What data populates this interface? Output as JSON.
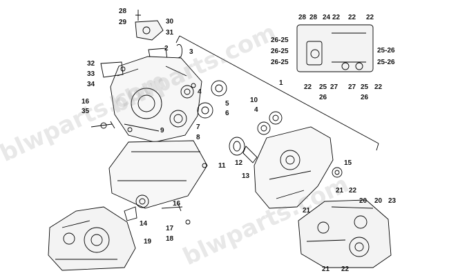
{
  "watermark": "blwparts.com",
  "callouts": {
    "c28a": "28",
    "c29": "29",
    "c30": "30",
    "c31": "31",
    "c2": "2",
    "c3": "3",
    "c32": "32",
    "c33": "33",
    "c34": "34",
    "c4a": "4",
    "c5": "5",
    "c6": "6",
    "c7": "7",
    "c16a": "16",
    "c35": "35",
    "c9": "9",
    "c8": "8",
    "c10": "10",
    "c4b": "4",
    "c1": "1",
    "c11": "11",
    "c12": "12",
    "c13": "13",
    "c15": "15",
    "c16b": "16",
    "c14": "14",
    "c17": "17",
    "c18": "18",
    "c19": "19",
    "r28a": "28",
    "r28b": "28",
    "r24": "24",
    "r22a": "22",
    "r22b": "22",
    "r22c": "22",
    "r2625a": "26-25",
    "r2625b": "26-25",
    "r2625c": "26-25",
    "r2526a": "25-26",
    "r2526b": "25-26",
    "r22d": "22",
    "r25a": "25",
    "r27a": "27",
    "r27b": "27",
    "r25b": "25",
    "r22e": "22",
    "r26a": "26",
    "r26b": "26",
    "b21a": "21",
    "b22a": "22",
    "b21b": "21",
    "b20a": "20",
    "b20b": "20",
    "b23": "23",
    "b21c": "21",
    "b22b": "22"
  }
}
